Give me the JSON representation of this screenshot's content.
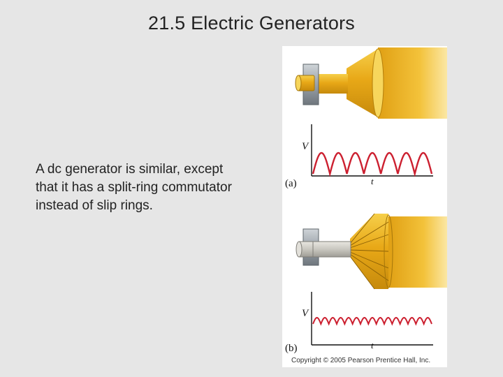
{
  "slide": {
    "title": "21.5 Electric Generators",
    "body": "A dc generator is similar, except that it has a split-ring commutator instead of slip rings."
  },
  "figure": {
    "panel_a": {
      "label": "(a)",
      "y_axis": "V",
      "x_axis": "t",
      "waveform": "rectified-sine",
      "humps": 7
    },
    "panel_b": {
      "label": "(b)",
      "y_axis": "V",
      "x_axis": "t",
      "waveform": "small-ripple",
      "humps": 15
    },
    "copyright": "Copyright © 2005 Pearson Prentice Hall, Inc.",
    "colors": {
      "wave": "#cc2030",
      "gold": "#e8a817",
      "steel": "#8c949c",
      "axis": "#111111"
    }
  }
}
